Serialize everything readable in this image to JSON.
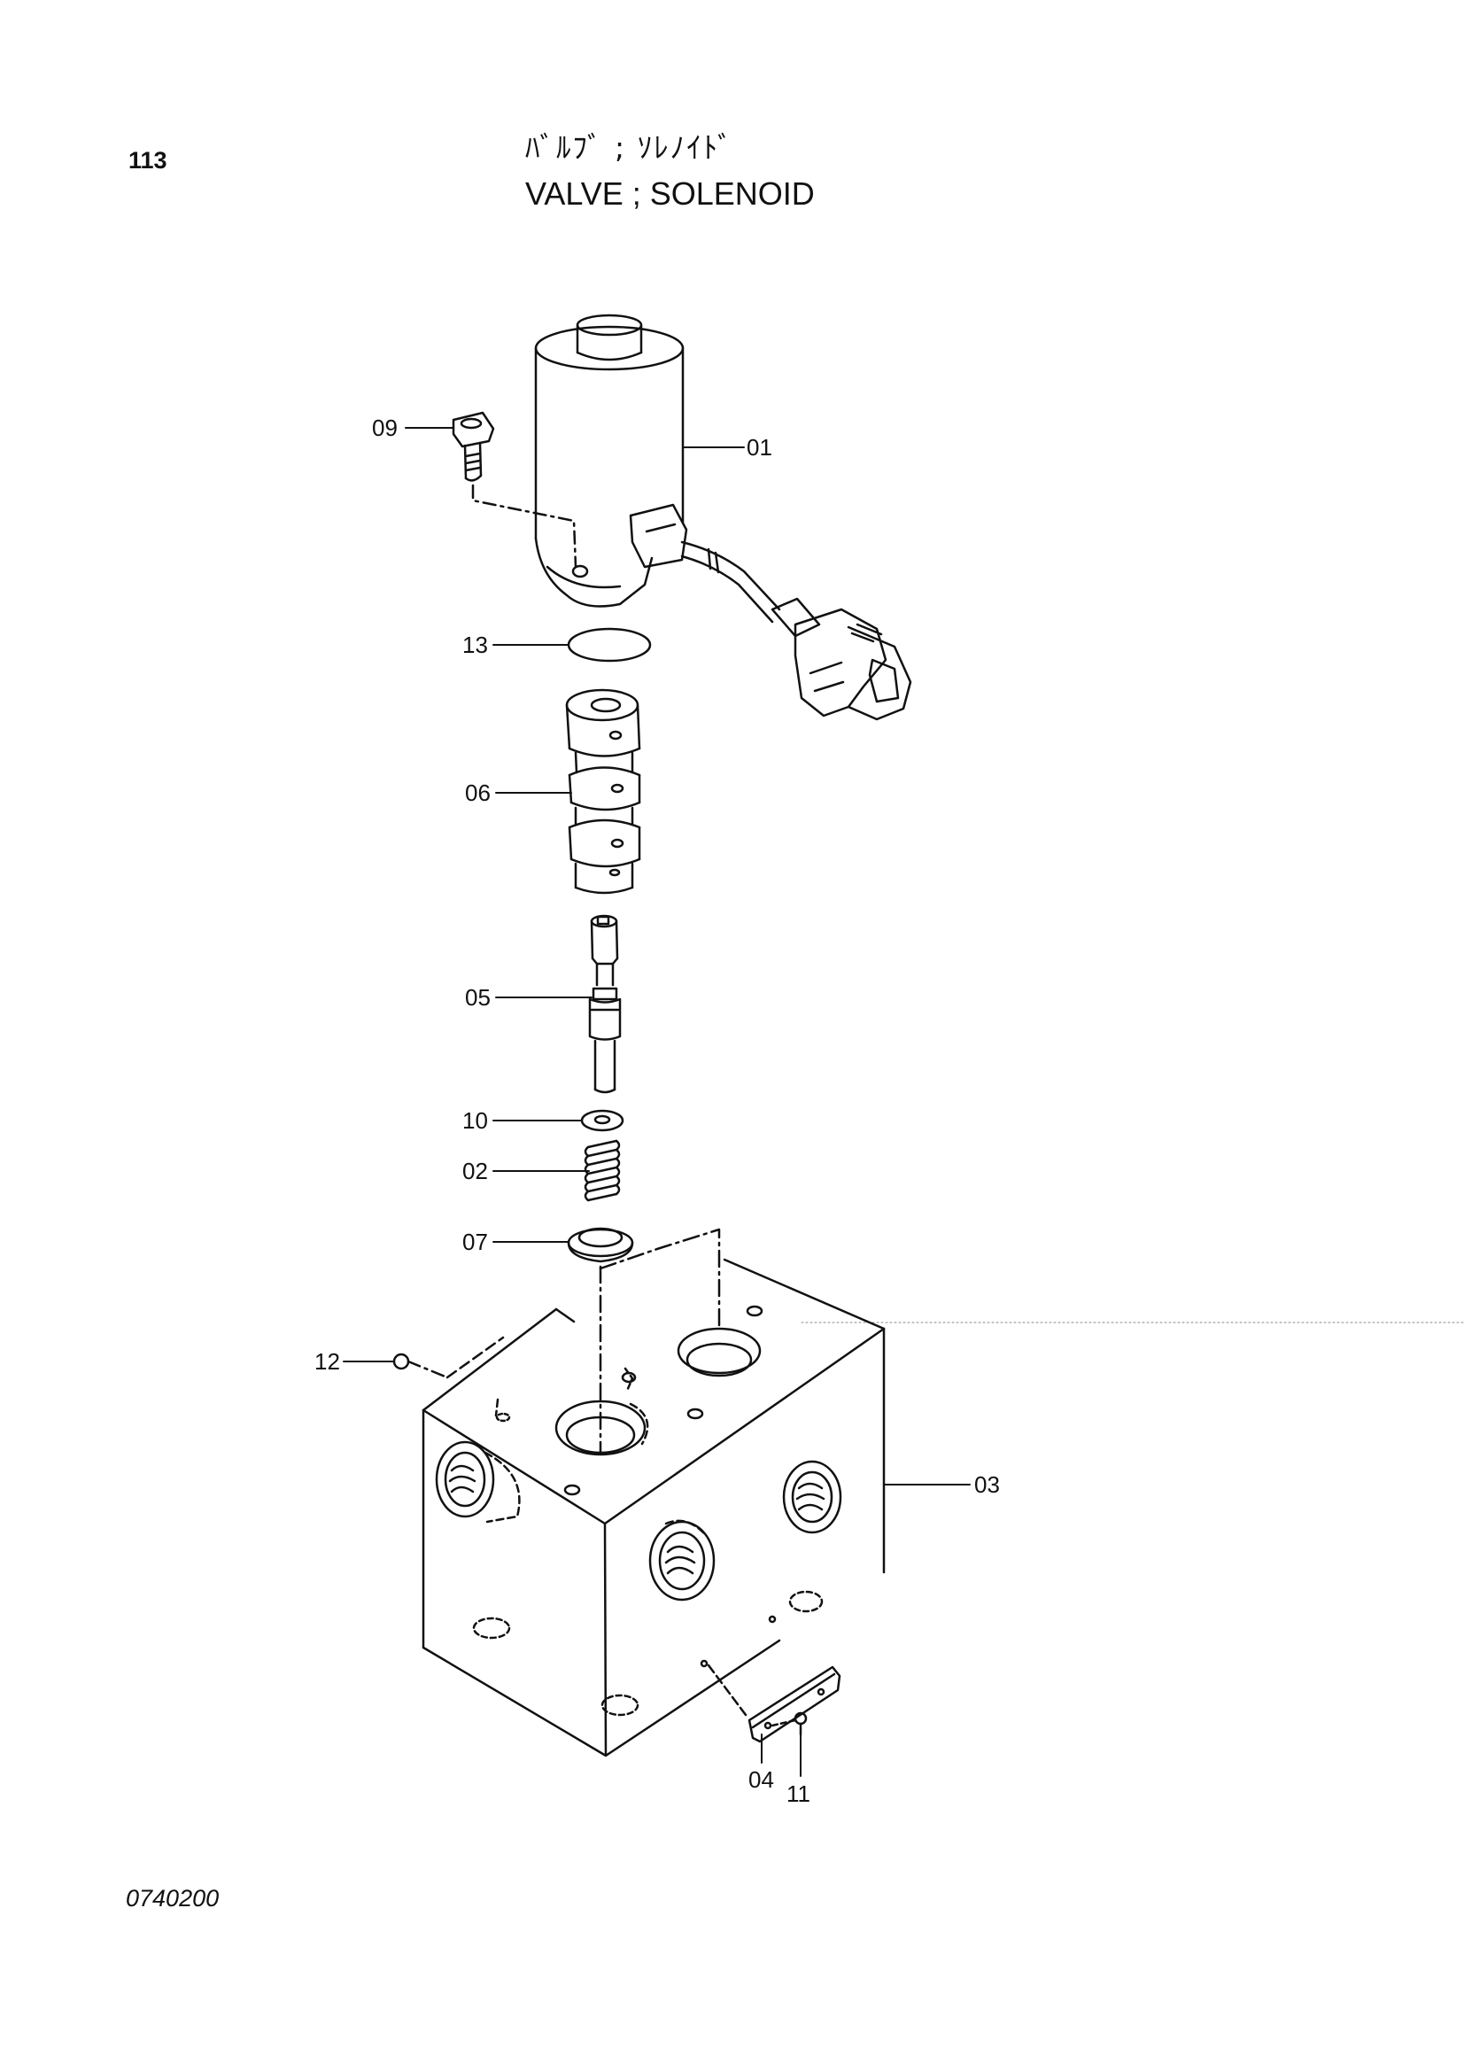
{
  "header": {
    "page_number": "113",
    "title_jp": "ﾊﾞﾙﾌﾞ ; ｿﾚﾉｲﾄﾞ",
    "title_en": "VALVE ; SOLENOID"
  },
  "footer": {
    "drawing_number": "0740200"
  },
  "callouts": {
    "c01": "01",
    "c02": "02",
    "c03": "03",
    "c04": "04",
    "c05": "05",
    "c06": "06",
    "c07": "07",
    "c09": "09",
    "c10": "10",
    "c11": "11",
    "c12": "12",
    "c13": "13"
  }
}
